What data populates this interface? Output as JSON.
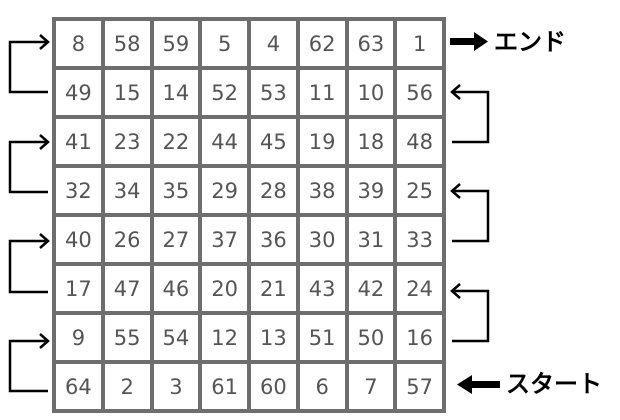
{
  "grid": {
    "rows": [
      [
        "8",
        "58",
        "59",
        "5",
        "4",
        "62",
        "63",
        "1"
      ],
      [
        "49",
        "15",
        "14",
        "52",
        "53",
        "11",
        "10",
        "56"
      ],
      [
        "41",
        "23",
        "22",
        "44",
        "45",
        "19",
        "18",
        "48"
      ],
      [
        "32",
        "34",
        "35",
        "29",
        "28",
        "38",
        "39",
        "25"
      ],
      [
        "40",
        "26",
        "27",
        "37",
        "36",
        "30",
        "31",
        "33"
      ],
      [
        "17",
        "47",
        "46",
        "20",
        "21",
        "43",
        "42",
        "24"
      ],
      [
        "9",
        "55",
        "54",
        "12",
        "13",
        "51",
        "50",
        "16"
      ],
      [
        "64",
        "2",
        "3",
        "61",
        "60",
        "6",
        "7",
        "57"
      ]
    ]
  },
  "labels": {
    "end": "エンド",
    "start": "スタート"
  },
  "colors": {
    "grid_line": "#6e6e6e",
    "number_text": "#555555",
    "arrow": "#000000"
  }
}
